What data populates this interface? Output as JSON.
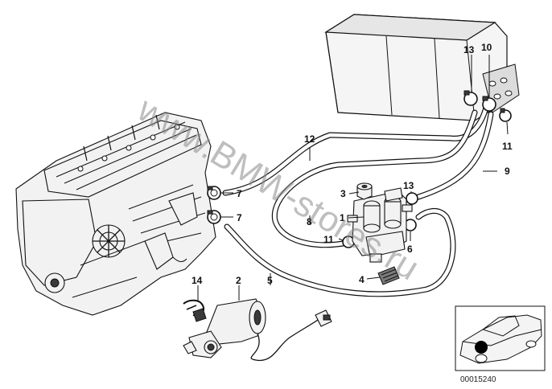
{
  "watermark": "www.BMW-stores.ru",
  "diagram_code": "00015240",
  "part_labels": {
    "p1": "1",
    "p2": "2",
    "p3": "3",
    "p4": "4",
    "p5": "5",
    "p6": "6",
    "p7a": "7",
    "p7b": "7",
    "p8": "8",
    "p9": "9",
    "p10": "10",
    "p11a": "11",
    "p11b": "11",
    "p12": "12",
    "p13a": "13",
    "p13b": "13",
    "p14": "14"
  }
}
